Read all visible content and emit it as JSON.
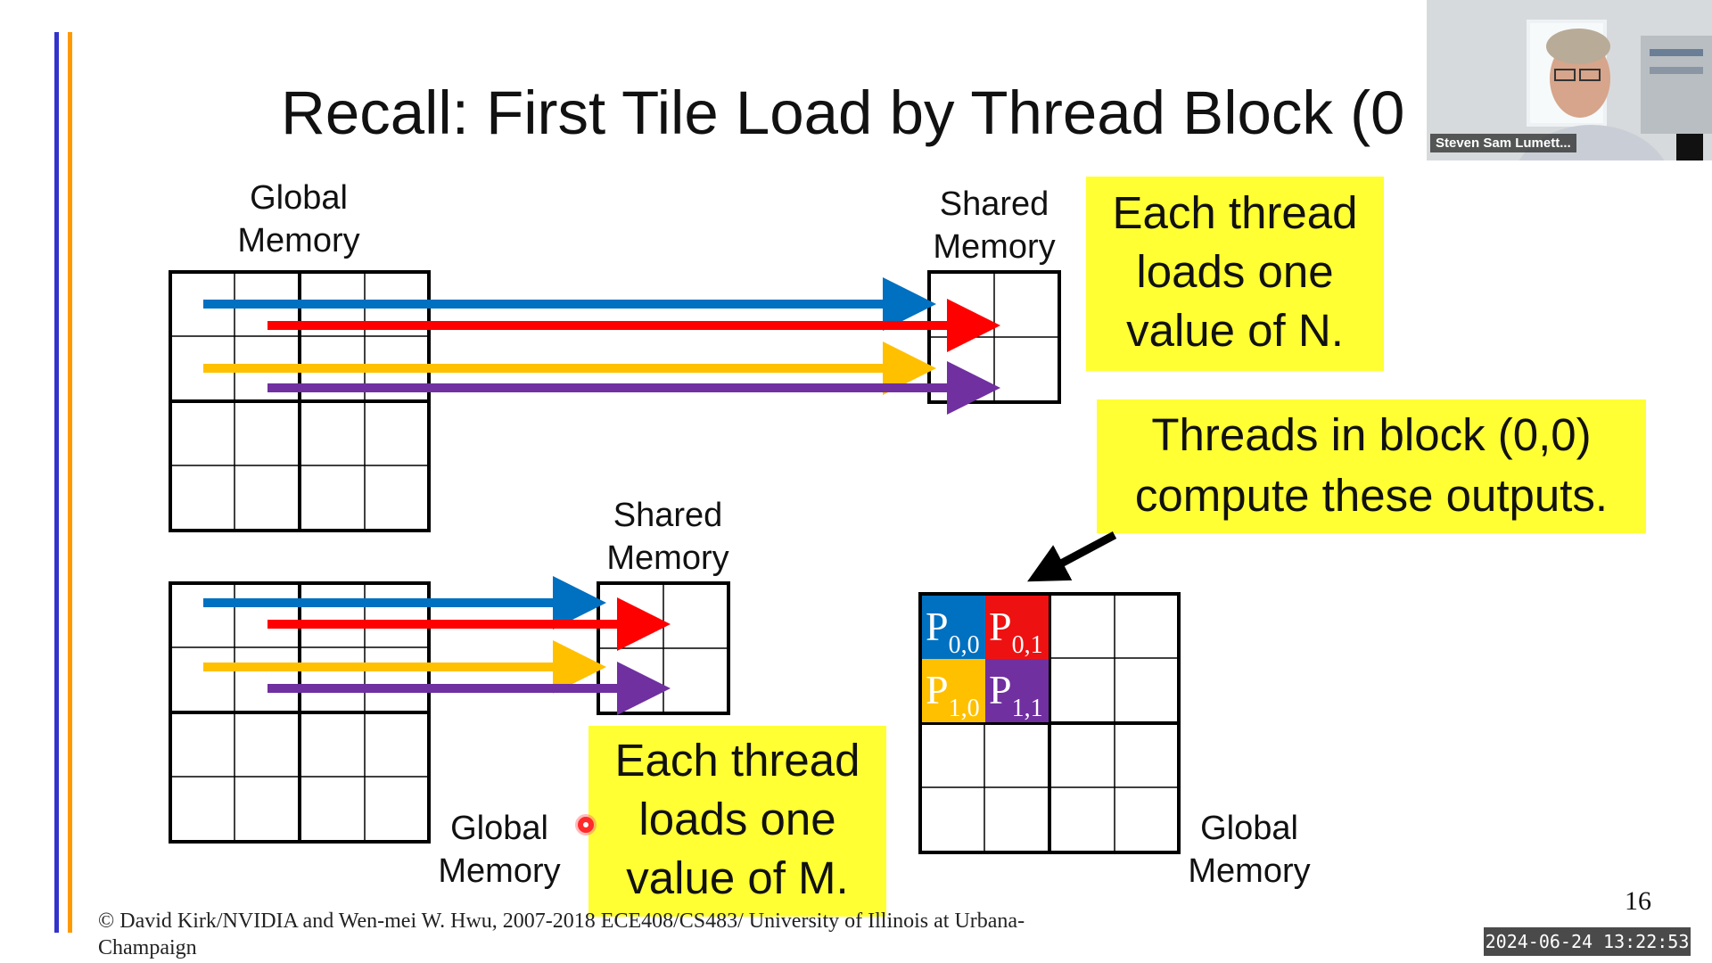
{
  "slide": {
    "title": "Recall: First Tile Load by Thread Block (0",
    "labels": {
      "top_global_memory": [
        "Global",
        "Memory"
      ],
      "top_shared_memory": [
        "Shared",
        "Memory"
      ],
      "mid_shared_memory": [
        "Shared",
        "Memory"
      ],
      "bottom_global_memory_m": [
        "Global",
        "Memory"
      ],
      "bottom_global_memory_p": [
        "Global",
        "Memory"
      ]
    },
    "notes": {
      "load_n": [
        "Each thread",
        "loads one",
        "value of N."
      ],
      "compute_outputs": [
        "Threads in block (0,0)",
        "compute these outputs."
      ],
      "load_m": [
        "Each thread",
        "loads one",
        "value of M."
      ]
    },
    "p_tiles": [
      {
        "base": "P",
        "sub": "0,0",
        "color": "#0070c0"
      },
      {
        "base": "P",
        "sub": "0,1",
        "color": "#ee1111"
      },
      {
        "base": "P",
        "sub": "1,0",
        "color": "#ffc000"
      },
      {
        "base": "P",
        "sub": "1,1",
        "color": "#7030a0"
      }
    ],
    "arrow_colors": [
      "#0070c0",
      "#ff0000",
      "#ffc000",
      "#7030a0"
    ],
    "copyright": "© David Kirk/NVIDIA and Wen-mei W. Hwu, 2007-2018 ECE408/CS483/ University of Illinois at Urbana-Champaign",
    "page_number": "16",
    "bar_colors": [
      "#3333cc",
      "#ff9900"
    ]
  },
  "video": {
    "presenter_name": "Steven Sam Lumett..."
  },
  "timestamp": "2024-06-24 13:22:53"
}
